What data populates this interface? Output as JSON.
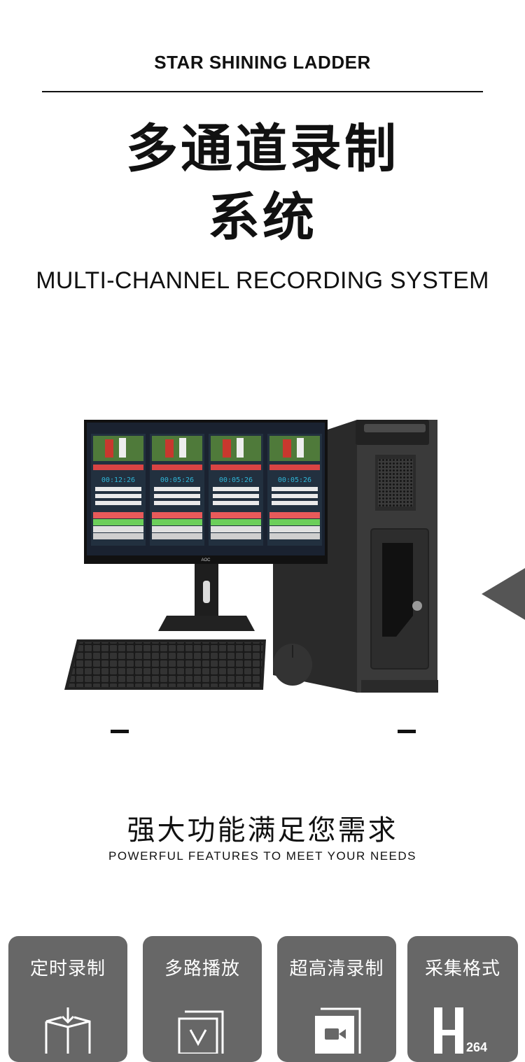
{
  "brand": "STAR SHINING LADDER",
  "title": {
    "line1": "多通道录制",
    "line2": "系统",
    "english": "MULTI-CHANNEL RECORDING SYSTEM"
  },
  "product": {
    "monitor_brand": "AOC",
    "screen": {
      "timers": [
        "00:12:26",
        "00:05:26",
        "00:05:26",
        "00:05:26"
      ]
    }
  },
  "features": {
    "heading_cn": "强大功能满足您需求",
    "heading_en": "POWERFUL FEATURES TO MEET YOUR NEEDS",
    "cards": [
      {
        "label": "定时录制",
        "icon": "box-download-icon"
      },
      {
        "label": "多路播放",
        "icon": "stacked-windows-icon"
      },
      {
        "label": "超高清录制",
        "icon": "video-camera-icon"
      },
      {
        "label": "采集格式",
        "icon": "h264-format-icon"
      }
    ],
    "h264_text": "264"
  },
  "colors": {
    "card_bg": "#676767",
    "triangle": "#555555",
    "screen_bg": "#1a2230",
    "timer": "#2fb6d8"
  }
}
